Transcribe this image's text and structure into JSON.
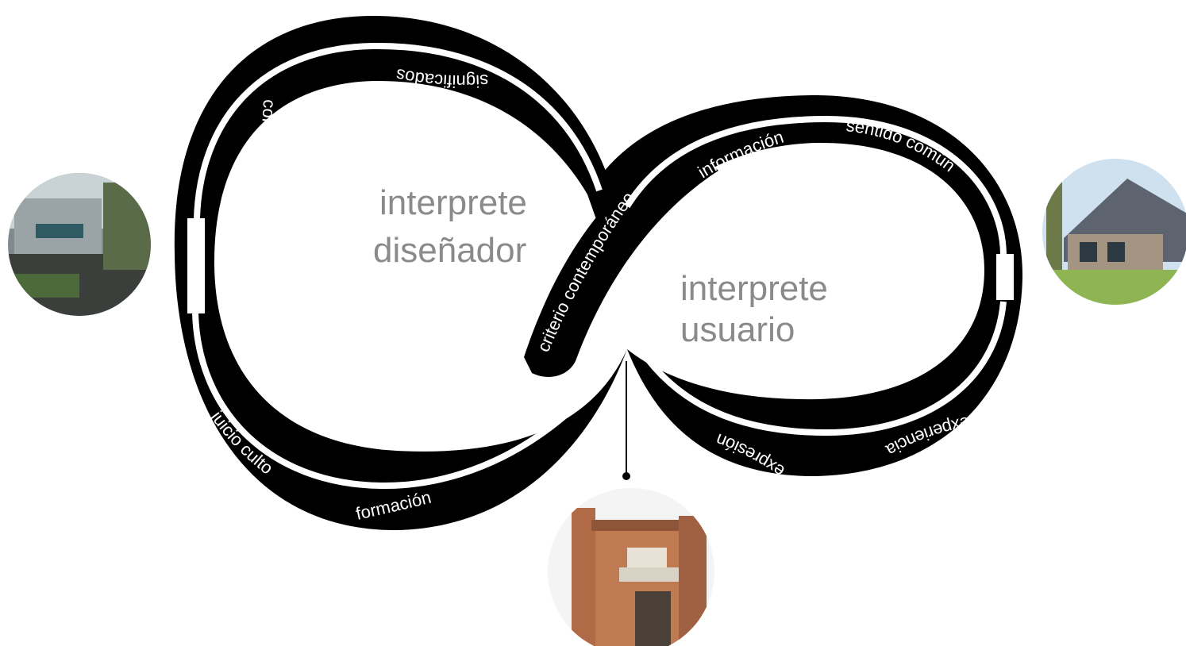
{
  "diagram": {
    "center_labels": {
      "designer_line1": "interprete",
      "designer_line2": "diseñador",
      "user_line1": "interprete",
      "user_line2": "usuario"
    },
    "band_labels": {
      "significados": "significados",
      "conocimiento": "conocimiento",
      "juicio_culto": "juicio culto",
      "formacion": "formación",
      "criterio": "criterio contemporáneo",
      "informacion": "información",
      "sentido_comun": "sentido común",
      "expresion": "expresión",
      "experiencia": "experiencia"
    },
    "photos": {
      "left": "modern-building-photo",
      "right": "stone-church-photo",
      "bottom": "brick-building-photo"
    }
  }
}
